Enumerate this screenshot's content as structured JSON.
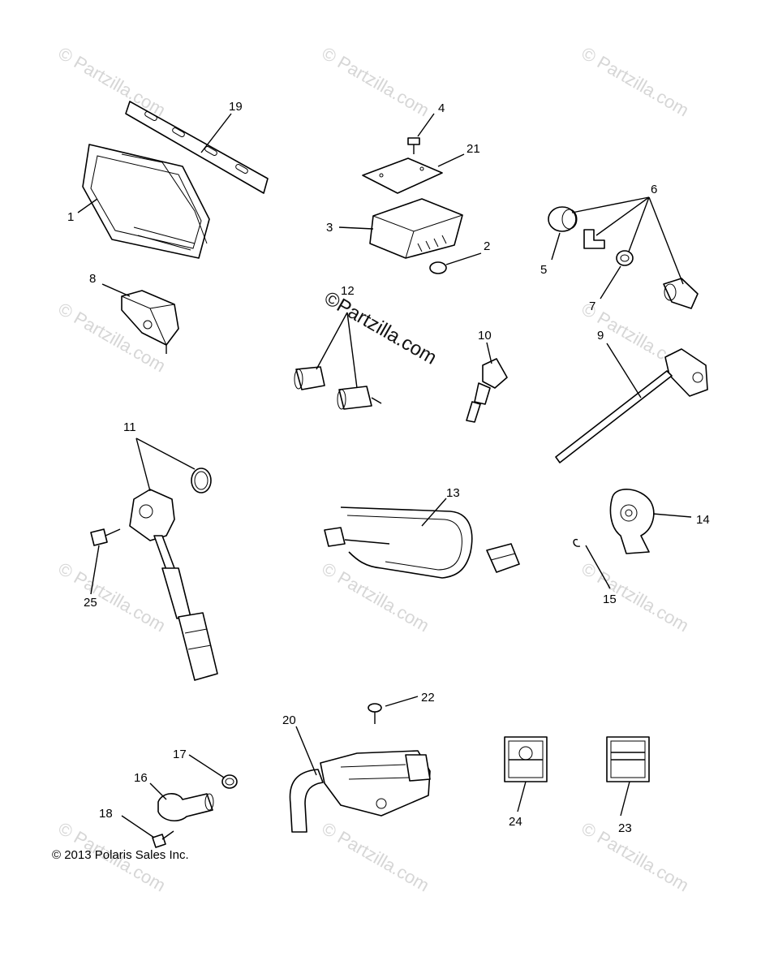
{
  "watermark": "© Partzilla.com",
  "center_watermark": "©Partzilla.com",
  "copyright": "© 2013 Polaris Sales Inc.",
  "callouts": {
    "c1": "1",
    "c2": "2",
    "c3": "3",
    "c4": "4",
    "c5": "5",
    "c6": "6",
    "c7": "7",
    "c8": "8",
    "c9": "9",
    "c10": "10",
    "c11": "11",
    "c12": "12",
    "c13": "13",
    "c14": "14",
    "c15": "15",
    "c16": "16",
    "c17": "17",
    "c18": "18",
    "c19": "19",
    "c20": "20",
    "c21": "21",
    "c22": "22",
    "c23": "23",
    "c24": "24",
    "c25": "25"
  }
}
